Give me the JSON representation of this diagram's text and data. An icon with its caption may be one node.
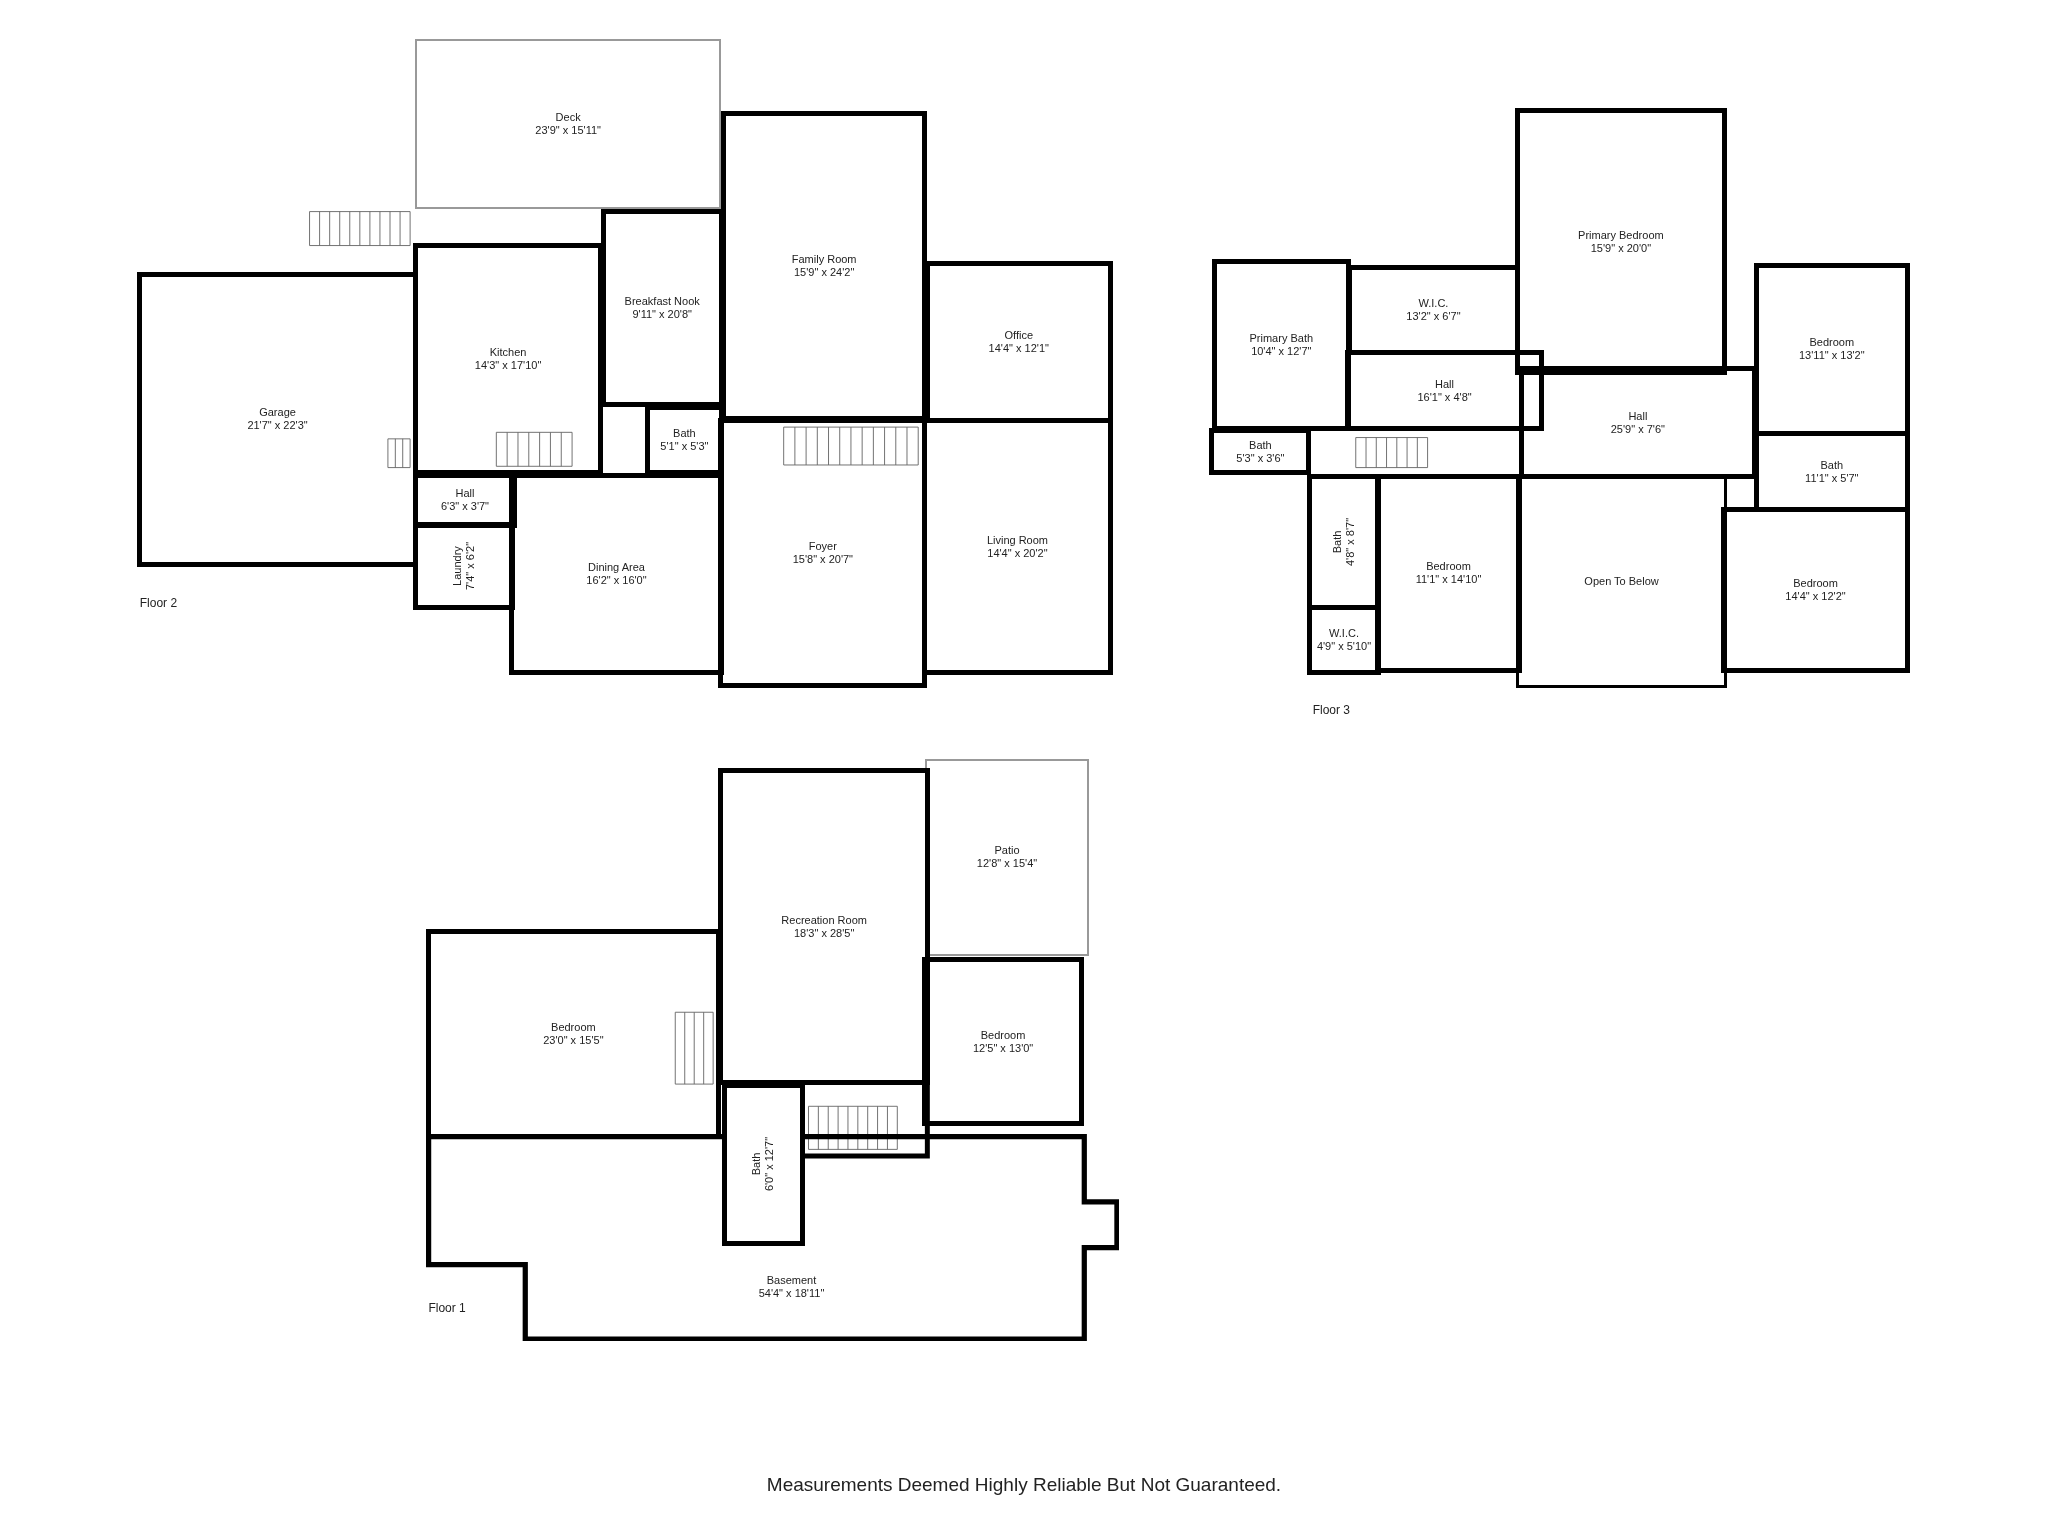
{
  "diagram": {
    "caption": "Measurements Deemed Highly Reliable But Not Guaranteed.",
    "nodes": [
      {
        "text": [
          "Deck",
          "23'9\" x 15'11\""
        ]
      },
      {
        "text": [
          "Family Room",
          "15'9\" x 24'2\""
        ]
      },
      {
        "text": [
          "Office",
          "14'4\" x 12'1\""
        ]
      },
      {
        "text": [
          "Breakfast Nook",
          "9'11\" x 20'8\""
        ]
      },
      {
        "text": [
          "Garage",
          "21'7\" x 22'3\""
        ]
      },
      {
        "text": [
          "Kitchen",
          "14'3\" x 17'10\""
        ]
      },
      {
        "text": [
          "Bath",
          "5'1\" x 5'3\""
        ]
      },
      {
        "text": [
          "Hall",
          "6'3\" x 3'7\""
        ]
      },
      {
        "text": [
          "Laundry",
          "7'4\" x 6'2\""
        ]
      },
      {
        "text": [
          "Dining Area",
          "16'2\" x 16'0\""
        ]
      },
      {
        "text": [
          "Foyer",
          "15'8\" x 20'7\""
        ]
      },
      {
        "text": [
          "Living Room",
          "14'4\" x 20'2\""
        ]
      },
      {
        "text": [
          "Primary Bedroom",
          "15'9\" x 20'0\""
        ]
      },
      {
        "text": [
          "W.I.C.",
          "13'2\" x 6'7\""
        ]
      },
      {
        "text": [
          "Primary Bath",
          "10'4\" x 12'7\""
        ]
      },
      {
        "text": [
          "Hall",
          "16'1\" x 4'8\""
        ]
      },
      {
        "text": [
          "Hall",
          "25'9\" x 7'6\""
        ]
      },
      {
        "text": [
          "Bedroom",
          "13'11\" x 13'2\""
        ]
      },
      {
        "text": [
          "Bath",
          "5'3\" x 3'6\""
        ]
      },
      {
        "text": [
          "Bath",
          "11'1\" x 5'7\""
        ]
      },
      {
        "text": [
          "Bath",
          "4'8\" x 8'7\""
        ]
      },
      {
        "text": [
          "Bedroom",
          "11'1\" x 14'10\""
        ]
      },
      {
        "text": [
          "Open To Below"
        ]
      },
      {
        "text": [
          "Bedroom",
          "14'4\" x 12'2\""
        ]
      },
      {
        "text": [
          "W.I.C.",
          "4'9\" x 5'10\""
        ]
      },
      {
        "text": [
          "Patio",
          "12'8\" x 15'4\""
        ]
      },
      {
        "text": [
          "Recreation Room",
          "18'3\" x 28'5\""
        ]
      },
      {
        "text": [
          "Bedroom",
          "23'0\" x 15'5\""
        ]
      },
      {
        "text": [
          "Bedroom",
          "12'5\" x 13'0\""
        ]
      },
      {
        "text": [
          "Bath",
          "6'0\" x 12'7\""
        ]
      },
      {
        "text": [
          "Basement",
          "54'4\" x 18'11\""
        ]
      }
    ],
    "labels": [
      "Floor 2",
      "Floor 3",
      "Floor 1"
    ]
  }
}
